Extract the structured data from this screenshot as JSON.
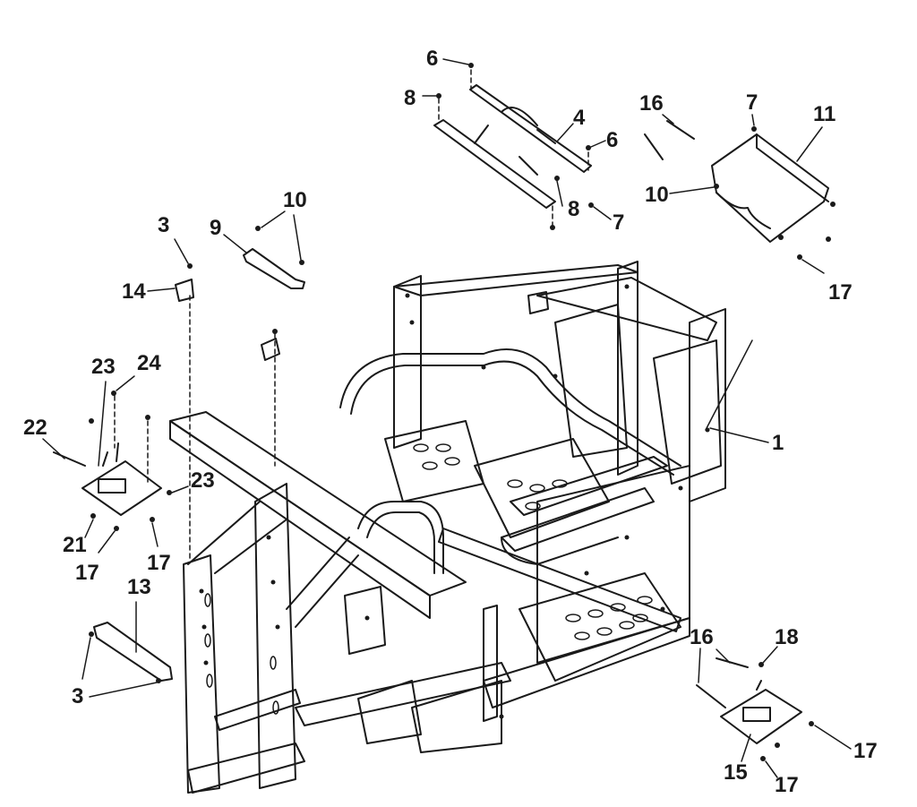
{
  "diagram": {
    "type": "exploded-parts-diagram",
    "line_color": "#1a1a1a",
    "background": "#ffffff",
    "callouts": {
      "c1": "1",
      "c3a": "3",
      "c3b": "3",
      "c4": "4",
      "c6a": "6",
      "c6b": "6",
      "c7a": "7",
      "c7b": "7",
      "c8a": "8",
      "c8b": "8",
      "c9": "9",
      "c10a": "10",
      "c10b": "10",
      "c11": "11",
      "c13": "13",
      "c14": "14",
      "c15": "15",
      "c16a": "16",
      "c16b": "16",
      "c17a": "17",
      "c17b": "17",
      "c17c": "17",
      "c17d": "17",
      "c17e": "17",
      "c18": "18",
      "c21": "21",
      "c22": "22",
      "c23a": "23",
      "c23b": "23",
      "c24": "24"
    }
  }
}
